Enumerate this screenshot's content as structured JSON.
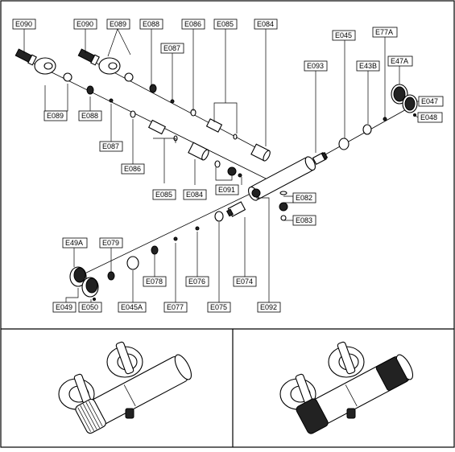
{
  "labels": {
    "E090a": "E090",
    "E090b": "E090",
    "E089a": "E089",
    "E088a": "E088",
    "E087a": "E087",
    "E086a": "E086",
    "E085a": "E085",
    "E084a": "E084",
    "E045a": "E045",
    "E77A": "E77A",
    "E093": "E093",
    "E43B": "E43B",
    "E47A": "E47A",
    "E047": "E047",
    "E048": "E048",
    "E089b": "E089",
    "E088b": "E088",
    "E087b": "E087",
    "E086b": "E086",
    "E085b": "E085",
    "E084b": "E084",
    "E091": "E091",
    "E082": "E082",
    "E083": "E083",
    "E49A": "E49A",
    "E079": "E079",
    "E078": "E078",
    "E076": "E076",
    "E074": "E074",
    "E049": "E049",
    "E050": "E050",
    "E045A": "E045A",
    "E077": "E077",
    "E075": "E075",
    "E092": "E092"
  },
  "icons": {
    "valve_left": "thermostatic-valve-icon",
    "valve_right": "thermostatic-valve-knurled-icon"
  }
}
